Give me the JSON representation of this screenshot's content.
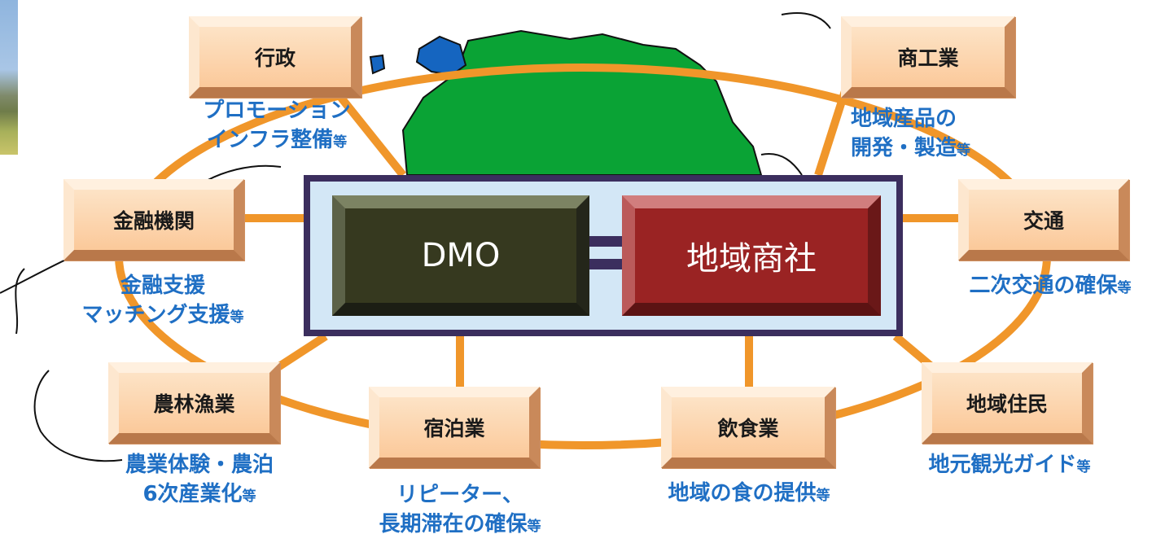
{
  "hub": {
    "dmo": "DMO",
    "shosha": "地域商社"
  },
  "nodes": [
    {
      "id": "gyosei",
      "label": "行政",
      "desc_lines": [
        "プロモーション"
      ],
      "desc_last": "インフラ整備",
      "suffix": "等"
    },
    {
      "id": "shokogyo",
      "label": "商工業",
      "desc_lines": [
        "地域産品の"
      ],
      "desc_last": "開発・製造",
      "suffix": "等"
    },
    {
      "id": "kinyu",
      "label": "金融機関",
      "desc_lines": [
        "金融支援"
      ],
      "desc_last": "マッチング支援",
      "suffix": "等"
    },
    {
      "id": "kotsu",
      "label": "交通",
      "desc_lines": [],
      "desc_last": "二次交通の確保",
      "suffix": "等"
    },
    {
      "id": "norin",
      "label": "農林漁業",
      "desc_lines": [
        "農業体験・農泊"
      ],
      "desc_last": "6次産業化",
      "suffix": "等"
    },
    {
      "id": "shukuhaku",
      "label": "宿泊業",
      "desc_lines": [
        "リピーター、"
      ],
      "desc_last": "長期滞在の確保",
      "suffix": "等"
    },
    {
      "id": "inshoku",
      "label": "飲食業",
      "desc_lines": [],
      "desc_last": "地域の食の提供",
      "suffix": "等"
    },
    {
      "id": "jumin",
      "label": "地域住民",
      "desc_lines": [],
      "desc_last": "地元観光ガイド",
      "suffix": "等"
    }
  ],
  "colors": {
    "ring": "#f0962a",
    "node_fill": "#fbc99a",
    "description_text": "#1f6fc4",
    "hub_frame": "#3b2e5e",
    "hub_background": "#d3e7f6",
    "dmo_fill": "#36391f",
    "shosha_fill": "#9a2323",
    "map_land": "#0aa335",
    "map_water": "#1565c0"
  }
}
